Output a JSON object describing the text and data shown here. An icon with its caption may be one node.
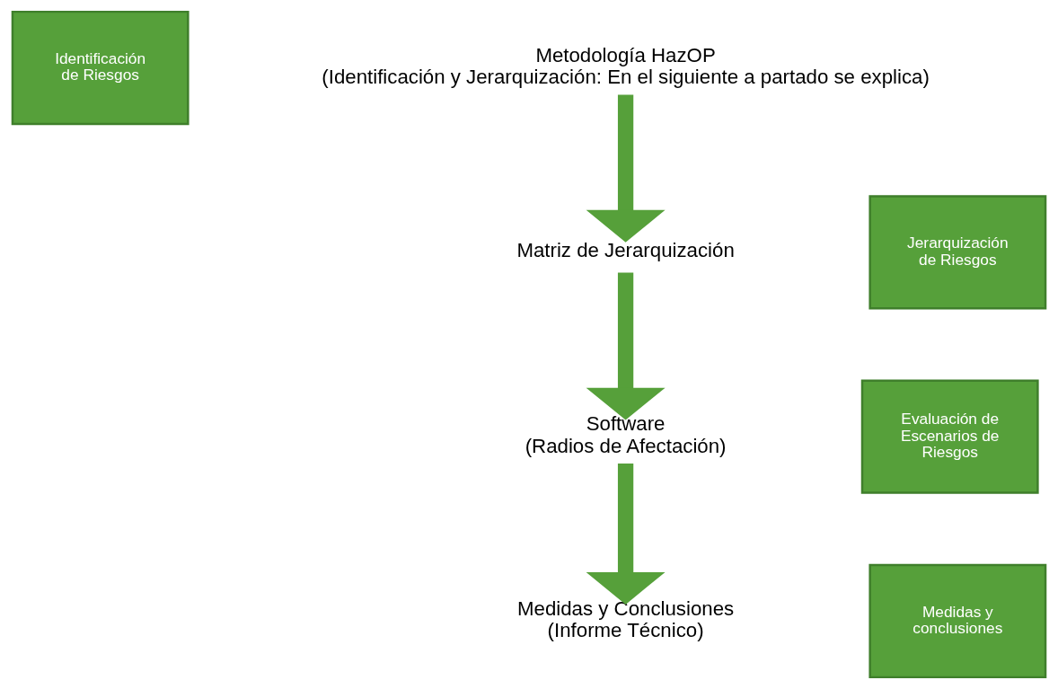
{
  "diagram": {
    "nodes": [
      {
        "text": [
          "Identificación de Riesgos"
        ]
      },
      {
        "text": [
          "Metodología HazOP",
          "(Identificación y Jerarquización: En el siguiente a partado se explica)"
        ]
      },
      {
        "text": [
          "Jerarquización de Riesgos"
        ]
      },
      {
        "text": [
          "Matriz de Jerarquización"
        ]
      },
      {
        "text": [
          "Evaluación de Escenarios de Riesgos"
        ]
      },
      {
        "text": [
          "Software",
          "(Radios de Afectación)"
        ]
      },
      {
        "text": [
          "Medidas y conclusiones"
        ]
      },
      {
        "text": [
          "Medidas y Conclusiones",
          "(Informe Técnico)"
        ]
      }
    ],
    "edges": [
      {
        "from": 1,
        "to": 3,
        "arrow": "to"
      },
      {
        "from": 3,
        "to": 5,
        "arrow": "to"
      },
      {
        "from": 5,
        "to": 7,
        "arrow": "to"
      }
    ]
  }
}
